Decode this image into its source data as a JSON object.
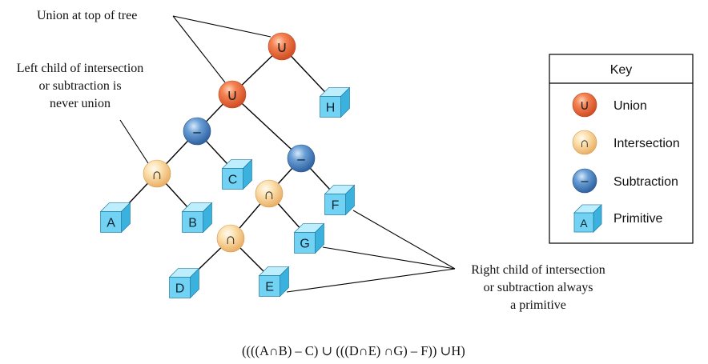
{
  "annotations": {
    "union_top": "Union at top of tree",
    "left_child": [
      "Left child of intersection",
      "or subtraction is",
      "never union"
    ],
    "right_child": [
      "Right child of intersection",
      "or subtraction always",
      "a primitive"
    ]
  },
  "operators": {
    "union": "∪",
    "intersection": "∩",
    "subtraction": "–"
  },
  "primitives": [
    "A",
    "B",
    "C",
    "D",
    "E",
    "F",
    "G",
    "H"
  ],
  "key": {
    "title": "Key",
    "items": [
      {
        "symbol": "∪",
        "label": "Union"
      },
      {
        "symbol": "∩",
        "label": "Intersection"
      },
      {
        "symbol": "–",
        "label": "Subtraction"
      },
      {
        "symbol": "A",
        "label": "Primitive"
      }
    ]
  },
  "expression": "((((A∩B) – C) ∪ (((D∩E) ∩G) – F)) ∪H)",
  "colors": {
    "union": "#e8633a",
    "intersection": "#f8cd8a",
    "subtraction": "#3d7fc1",
    "primitive": "#6fd0f2",
    "line": "#000000"
  }
}
